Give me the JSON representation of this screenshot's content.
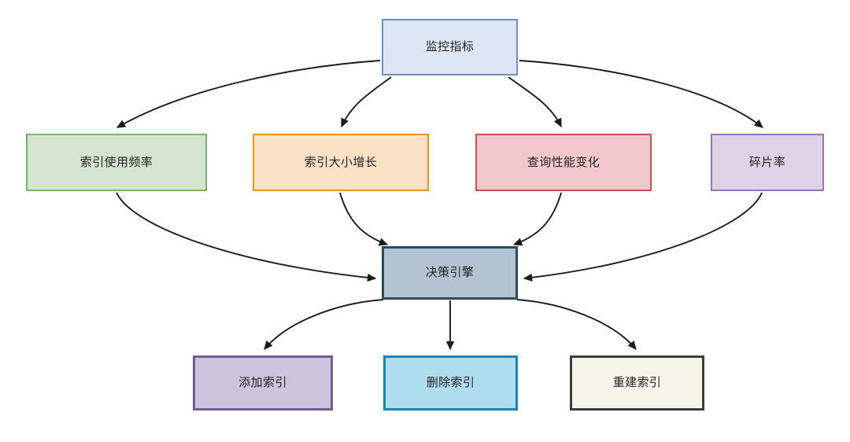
{
  "diagram": {
    "title_node": "监控指标",
    "background_color": "#ffffff",
    "nodes": [
      {
        "id": "metrics",
        "label": "监控指标",
        "fill": "#dce6f5",
        "stroke": "#6f8fc4"
      },
      {
        "id": "usage",
        "label": "索引使用频率",
        "fill": "#d5e5d0",
        "stroke": "#7eb16d"
      },
      {
        "id": "size",
        "label": "索引大小增长",
        "fill": "#fbe2c6",
        "stroke": "#e09a18"
      },
      {
        "id": "perf",
        "label": "查询性能变化",
        "fill": "#f2c8cc",
        "stroke": "#bd5458"
      },
      {
        "id": "frag",
        "label": "碎片率",
        "fill": "#ded2e7",
        "stroke": "#9a74b2"
      },
      {
        "id": "engine",
        "label": "决策引擎",
        "fill": "#b3c3d1",
        "stroke": "#2f4a5e"
      },
      {
        "id": "add",
        "label": "添加索引",
        "fill": "#cbc6de",
        "stroke": "#6d5f94"
      },
      {
        "id": "del",
        "label": "删除索引",
        "fill": "#b0dcef",
        "stroke": "#1c84b0"
      },
      {
        "id": "rebuild",
        "label": "重建索引",
        "fill": "#f7f4e9",
        "stroke": "#3c3c3c"
      }
    ],
    "edges": [
      {
        "from": "metrics",
        "to": "usage",
        "label": ""
      },
      {
        "from": "metrics",
        "to": "size",
        "label": ""
      },
      {
        "from": "metrics",
        "to": "perf",
        "label": ""
      },
      {
        "from": "metrics",
        "to": "frag",
        "label": ""
      },
      {
        "from": "usage",
        "to": "engine",
        "label": ""
      },
      {
        "from": "size",
        "to": "engine",
        "label": ""
      },
      {
        "from": "perf",
        "to": "engine",
        "label": ""
      },
      {
        "from": "frag",
        "to": "engine",
        "label": ""
      },
      {
        "from": "engine",
        "to": "add",
        "label": ""
      },
      {
        "from": "engine",
        "to": "del",
        "label": ""
      },
      {
        "from": "engine",
        "to": "rebuild",
        "label": ""
      }
    ],
    "edge_color": "#1b1b1b"
  }
}
